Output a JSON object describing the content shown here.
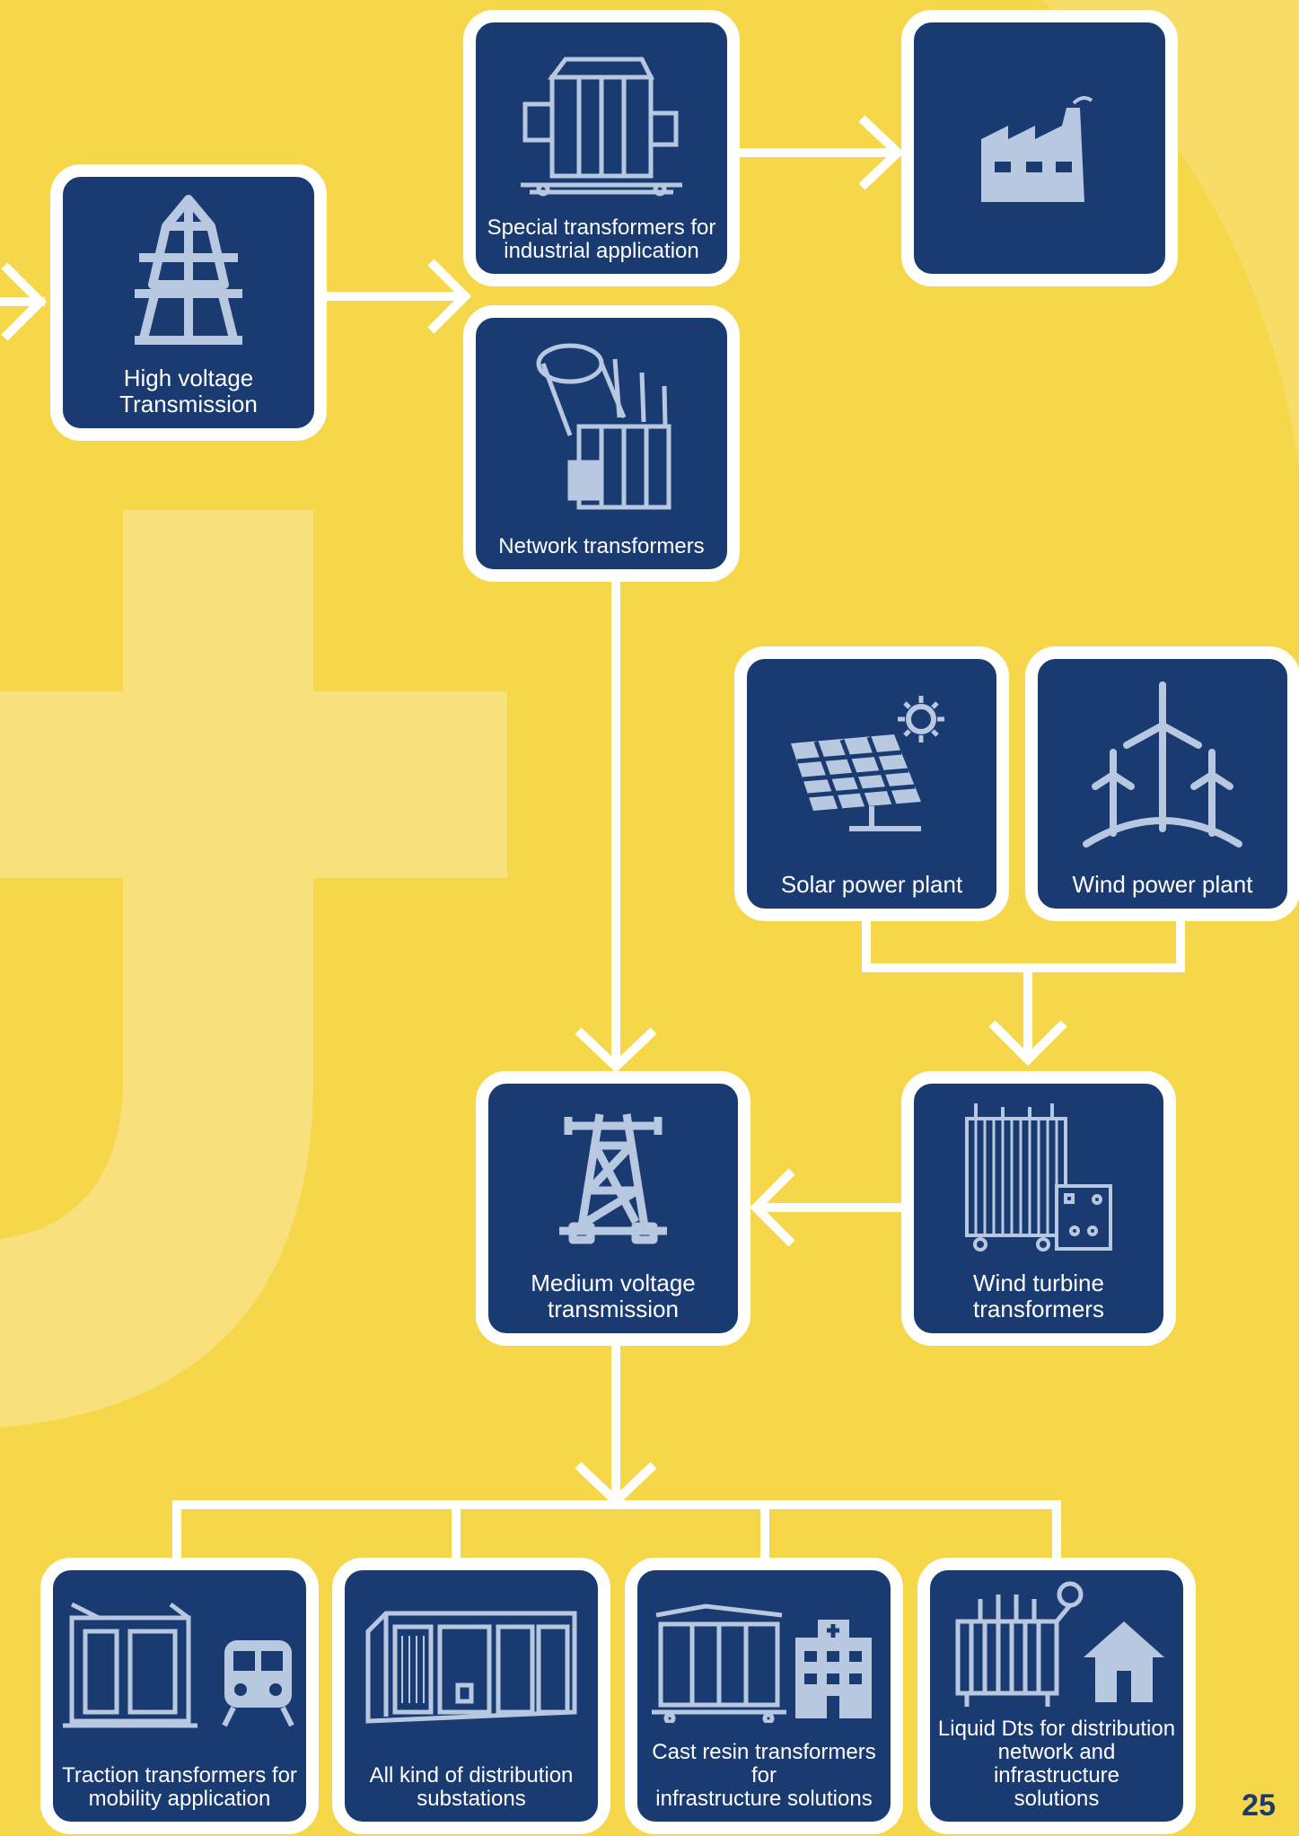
{
  "diagram": {
    "nodes": [
      {
        "id": "hv",
        "label": "High voltage\nTransmission",
        "icon": "pylon-icon"
      },
      {
        "id": "special",
        "label": "Special transformers for\nindustrial application",
        "icon": "industrial-transformer-icon"
      },
      {
        "id": "factory",
        "label": "",
        "icon": "factory-icon"
      },
      {
        "id": "network",
        "label": "Network transformers",
        "icon": "network-transformer-icon"
      },
      {
        "id": "solar",
        "label": "Solar power plant",
        "icon": "solar-panel-icon"
      },
      {
        "id": "wind",
        "label": "Wind power plant",
        "icon": "wind-turbine-icon"
      },
      {
        "id": "mv",
        "label": "Medium voltage\ntransmission",
        "icon": "mv-tower-icon"
      },
      {
        "id": "windtrafo",
        "label": "Wind turbine\ntransformers",
        "icon": "wind-turbine-transformer-icon"
      },
      {
        "id": "traction",
        "label": "Traction transformers for\nmobility application",
        "icon": "train-transformer-icon"
      },
      {
        "id": "substations",
        "label": "All kind of distribution\nsubstations",
        "icon": "substation-icon"
      },
      {
        "id": "castresin",
        "label": "Cast resin transformers for\ninfrastructure solutions",
        "icon": "hospital-transformer-icon"
      },
      {
        "id": "liquid",
        "label": "Liquid Dts for distribution\nnetwork and infrastructure\nsolutions",
        "icon": "house-transformer-icon"
      }
    ],
    "edges": [
      {
        "from": "incoming",
        "to": "hv"
      },
      {
        "from": "hv",
        "to": "special"
      },
      {
        "from": "special",
        "to": "factory"
      },
      {
        "from": "network",
        "to": "mv"
      },
      {
        "from": "solar",
        "to": "windtrafo"
      },
      {
        "from": "wind",
        "to": "windtrafo"
      },
      {
        "from": "windtrafo",
        "to": "mv"
      },
      {
        "from": "mv",
        "to": "traction"
      },
      {
        "from": "mv",
        "to": "substations"
      },
      {
        "from": "mv",
        "to": "castresin"
      },
      {
        "from": "mv",
        "to": "liquid"
      }
    ]
  },
  "page_number": "25",
  "colors": {
    "background": "#f6d74a",
    "tile": "#1a3b72",
    "icon": "#b8c8e0",
    "line": "#ffffff",
    "page_number": "#1a3b72"
  }
}
